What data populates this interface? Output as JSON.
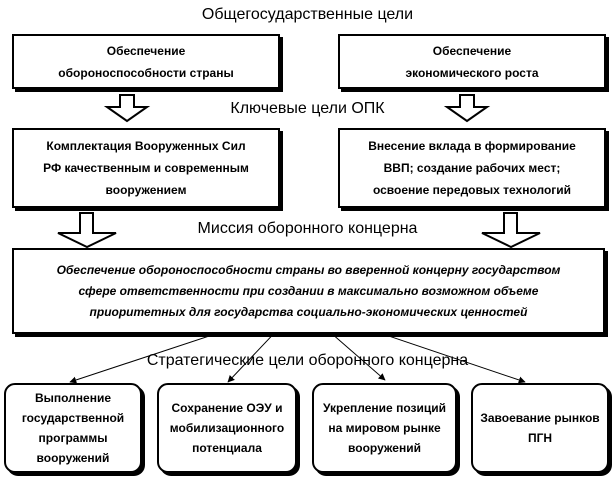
{
  "headings": {
    "state_goals": "Общегосударственные цели",
    "key_goals": "Ключевые цели ОПК",
    "mission": "Миссия оборонного концерна",
    "strategic_goals": "Стратегические цели оборонного концерна"
  },
  "state_goals": [
    "Обеспечение\nобороноспособности страны",
    "Обеспечение\nэкономического роста"
  ],
  "key_goals": [
    "Комплектация Вооруженных Сил\nРФ качественным и современным\nвооружением",
    "Внесение вклада в формирование\nВВП; создание рабочих мест;\nосвоение передовых технологий"
  ],
  "mission": "Обеспечение обороноспособности страны во вверенной концерну государством\nсфере ответственности при создании в максимально возможном объеме\nприоритетных для государства социально-экономических ценностей",
  "strategic_goals": [
    "Выполнение\nгосударственной\nпрограммы\nвооружений",
    "Сохранение ОЭУ и\nмобилизационного\nпотенциала",
    "Укрепление позиций\nна мировом рынке\nвооружений",
    "Завоевание рынков\nПГН"
  ],
  "colors": {
    "stroke": "#000000",
    "fill": "#ffffff"
  }
}
